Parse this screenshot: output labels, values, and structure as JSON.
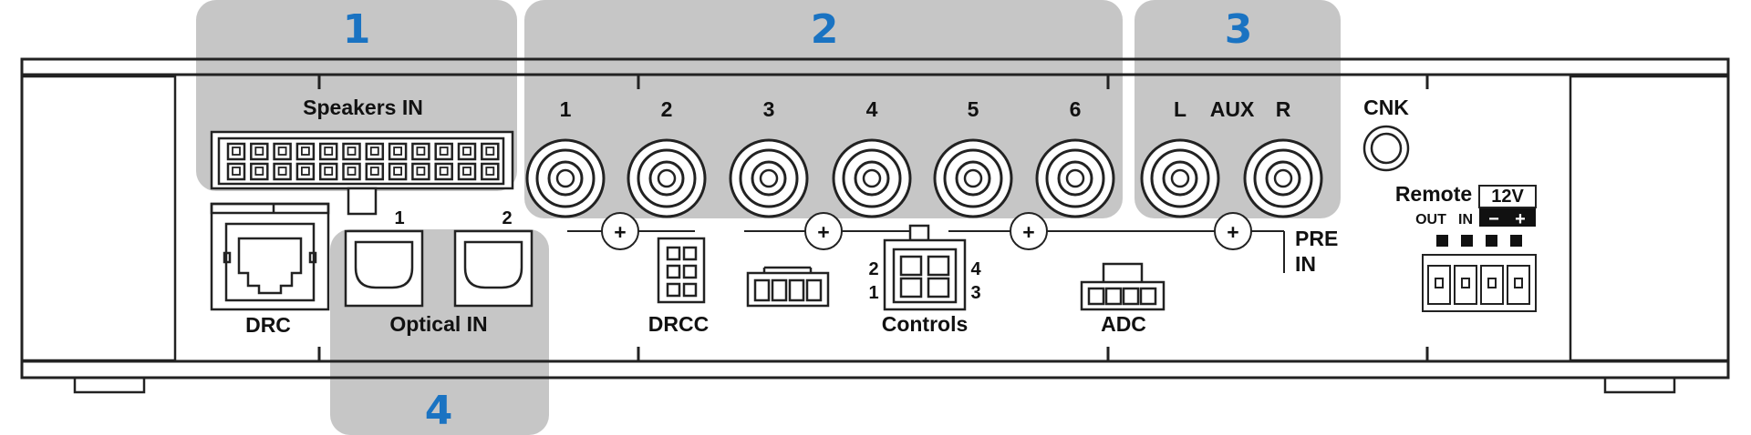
{
  "zones": [
    {
      "number": "1",
      "color": "#c6c6c6"
    },
    {
      "number": "2",
      "color": "#c6c6c6"
    },
    {
      "number": "3",
      "color": "#c6c6c6"
    },
    {
      "number": "4",
      "color": "#c6c6c6"
    }
  ],
  "accent_color": "#1a73c2",
  "speakers_in": {
    "label": "Speakers IN"
  },
  "rca_outputs": [
    "1",
    "2",
    "3",
    "4",
    "5",
    "6"
  ],
  "aux": {
    "left": "L",
    "label": "AUX",
    "right": "R"
  },
  "cnk": {
    "label": "CNK"
  },
  "pre_in": {
    "line1": "PRE",
    "line2": "IN"
  },
  "drc": {
    "label": "DRC"
  },
  "optical": {
    "label": "Optical IN",
    "port1": "1",
    "port2": "2"
  },
  "drcc": {
    "label": "DRCC"
  },
  "controls": {
    "label": "Controls",
    "pin2": "2",
    "pin4": "4",
    "pin1": "1",
    "pin3": "3"
  },
  "adc": {
    "label": "ADC"
  },
  "remote": {
    "label": "Remote",
    "voltage": "12V",
    "out": "OUT",
    "in": "IN",
    "minus": "−",
    "plus": "+"
  },
  "plus_symbol": "+"
}
